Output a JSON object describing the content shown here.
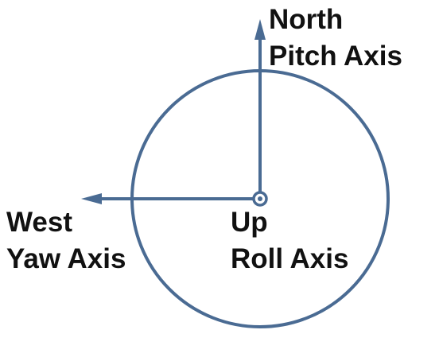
{
  "diagram": {
    "colors": {
      "stroke": "#4a6b93",
      "text": "#111111",
      "background": "#ffffff"
    },
    "labels": {
      "north": {
        "line1": "North",
        "line2": "Pitch Axis"
      },
      "west": {
        "line1": "West",
        "line2": "Yaw Axis"
      },
      "up": {
        "line1": "Up",
        "line2": "Roll Axis"
      }
    }
  }
}
